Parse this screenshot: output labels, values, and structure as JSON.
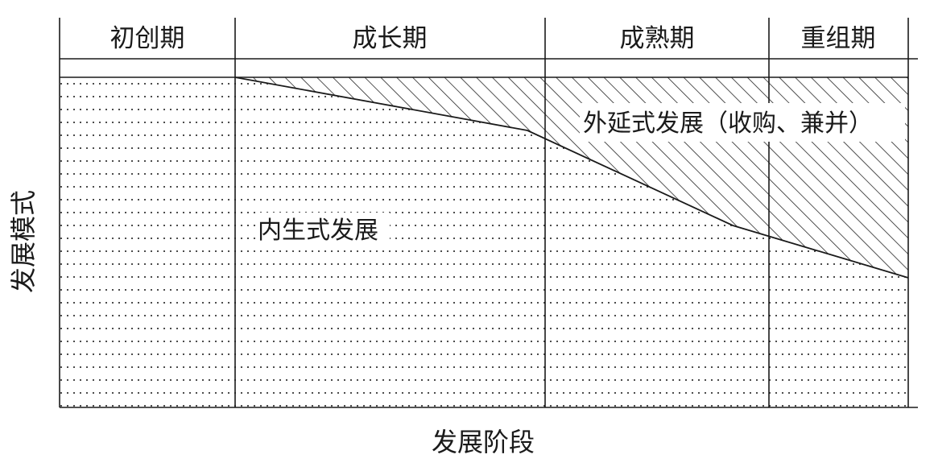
{
  "stages": [
    {
      "label": "初创期"
    },
    {
      "label": "成长期"
    },
    {
      "label": "成熟期"
    },
    {
      "label": "重组期"
    }
  ],
  "regions": {
    "internal_label": "内生式发展",
    "external_label": "外延式发展（收购、兼并）"
  },
  "axes": {
    "x_title": "发展阶段",
    "y_title": "发展模式"
  },
  "colors": {
    "line": "#1a1a1a",
    "background": "#ffffff"
  }
}
